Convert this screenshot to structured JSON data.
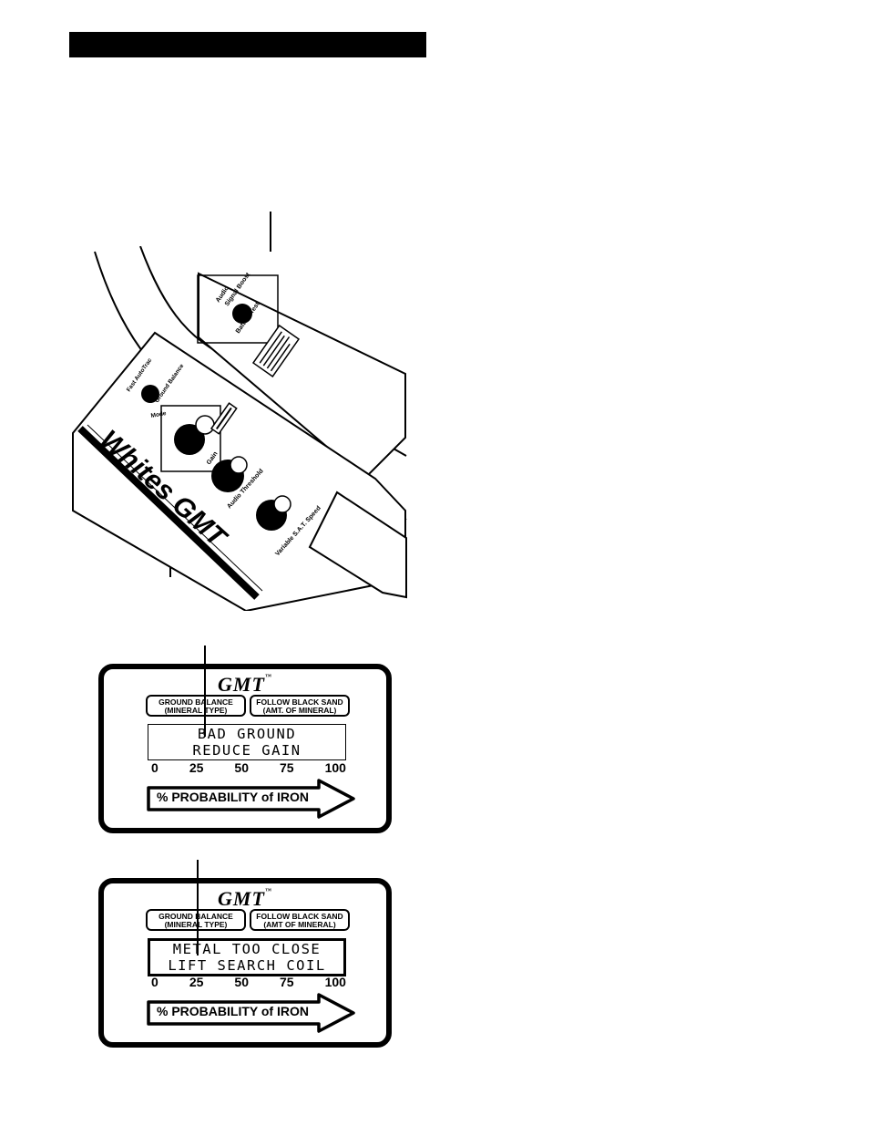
{
  "detector": {
    "panel_labels": {
      "audio": "Audio",
      "signal_boost": "Signal Boost",
      "battery_test": "Battery Test",
      "fast_autotrac": "Fast AutoTrac",
      "ground_balance": "Ground Balance",
      "mode": "Mode",
      "gain": "Gain",
      "audio_threshold": "Audio Threshold",
      "variable_sat_speed": "Variable S.A.T. Speed",
      "brand": "Whites GMT"
    }
  },
  "displays": [
    {
      "brand": "GMT",
      "trademark": "™",
      "left_button": {
        "line1": "GROUND BALANCE",
        "line2": "(MINERAL TYPE)"
      },
      "right_button": {
        "line1": "FOLLOW BLACK SAND",
        "line2": "(AMT. OF MINERAL)"
      },
      "message": {
        "line1": "BAD GROUND",
        "line2": "REDUCE GAIN"
      },
      "scale": [
        "0",
        "25",
        "50",
        "75",
        "100"
      ],
      "arrow_label": "% PROBABILITY of IRON"
    },
    {
      "brand": "GMT",
      "trademark": "™",
      "left_button": {
        "line1": "GROUND BALANCE",
        "line2": "(MINERAL TYPE)"
      },
      "right_button": {
        "line1": "FOLLOW BLACK SAND",
        "line2": "(AMT OF MINERAL)"
      },
      "message": {
        "line1": "METAL TOO CLOSE",
        "line2": "LIFT SEARCH COIL"
      },
      "scale": [
        "0",
        "25",
        "50",
        "75",
        "100"
      ],
      "arrow_label": "% PROBABILITY of IRON"
    }
  ],
  "colors": {
    "ink": "#000000",
    "paper": "#ffffff"
  }
}
